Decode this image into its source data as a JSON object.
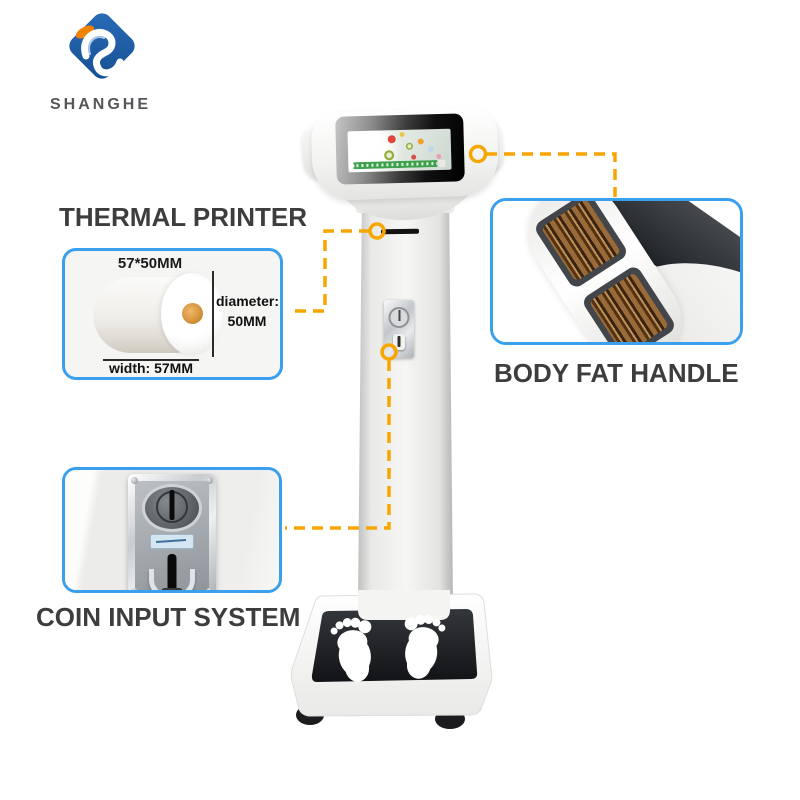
{
  "brand": {
    "name": "SHANGHE"
  },
  "callouts": {
    "thermal_printer": {
      "title": "THERMAL PRINTER",
      "paper_spec": "57*50MM",
      "diameter_label": "diameter:",
      "diameter_value": "50MM",
      "width_label": "width: 57MM"
    },
    "body_fat_handle": {
      "title": "BODY FAT HANDLE"
    },
    "coin_input": {
      "title": "COIN INPUT SYSTEM"
    }
  },
  "colors": {
    "accent_blue": "#3aa0ee",
    "accent_orange": "#f7a600",
    "label_text": "#3d3d3d",
    "logo_blue": "#1d5fae",
    "logo_orange": "#f08300"
  }
}
